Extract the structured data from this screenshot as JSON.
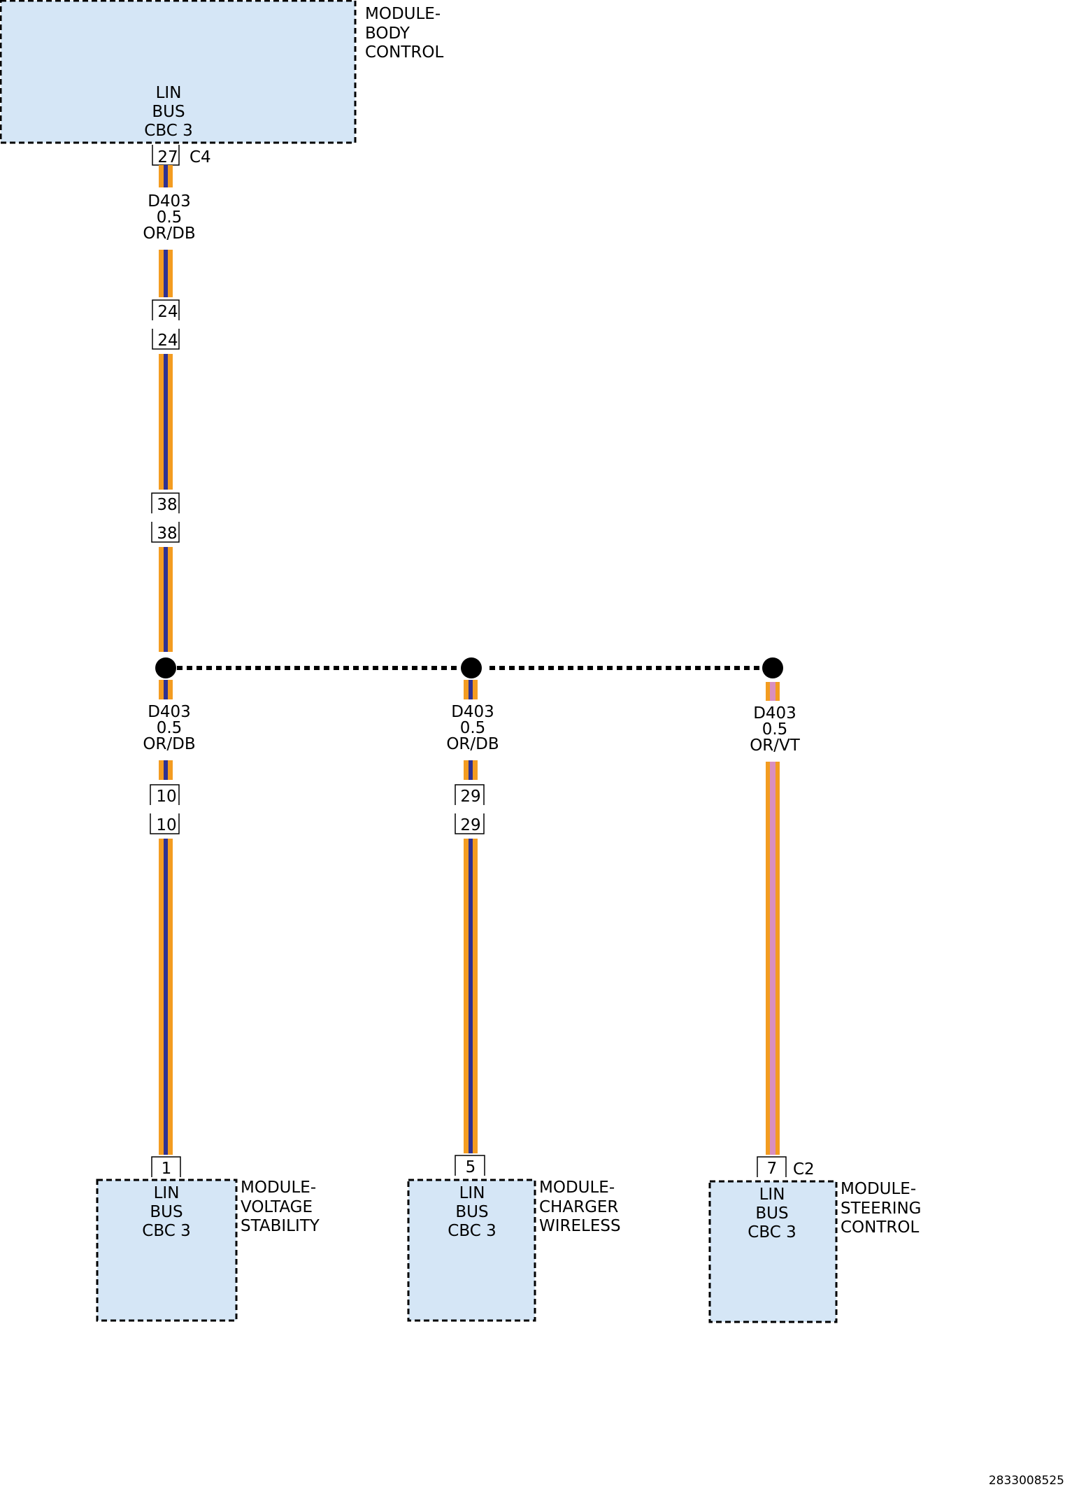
{
  "colors": {
    "module_fill": "#d5e6f6",
    "wire_orange": "#f39c21",
    "wire_dark_blue": "#2e3192",
    "wire_violet": "#d98fbf"
  },
  "body_control": {
    "name": [
      "MODULE-",
      "BODY",
      "CONTROL"
    ],
    "bus": [
      "LIN",
      "BUS",
      "CBC 3"
    ],
    "pin": "27",
    "connector": "C4"
  },
  "trunk_wire": {
    "circuit": "D403",
    "gauge": "0.5",
    "color_code": "OR/DB"
  },
  "inline_connectors": [
    {
      "upper": "24",
      "lower": "24"
    },
    {
      "upper": "38",
      "lower": "38"
    }
  ],
  "branches": [
    {
      "circuit": "D403",
      "gauge": "0.5",
      "color_code": "OR/DB",
      "inline_upper": "10",
      "inline_lower": "10",
      "pin": "1",
      "connector": "",
      "bus": [
        "LIN",
        "BUS",
        "CBC 3"
      ],
      "name": [
        "MODULE-",
        "VOLTAGE",
        "STABILITY"
      ]
    },
    {
      "circuit": "D403",
      "gauge": "0.5",
      "color_code": "OR/DB",
      "inline_upper": "29",
      "inline_lower": "29",
      "pin": "5",
      "connector": "",
      "bus": [
        "LIN",
        "BUS",
        "CBC 3"
      ],
      "name": [
        "MODULE-",
        "CHARGER",
        "WIRELESS"
      ]
    },
    {
      "circuit": "D403",
      "gauge": "0.5",
      "color_code": "OR/VT",
      "inline_upper": "",
      "inline_lower": "",
      "pin": "7",
      "connector": "C2",
      "bus": [
        "LIN",
        "BUS",
        "CBC 3"
      ],
      "name": [
        "MODULE-",
        "STEERING",
        "CONTROL"
      ]
    }
  ],
  "diagram_id": "2833008525"
}
